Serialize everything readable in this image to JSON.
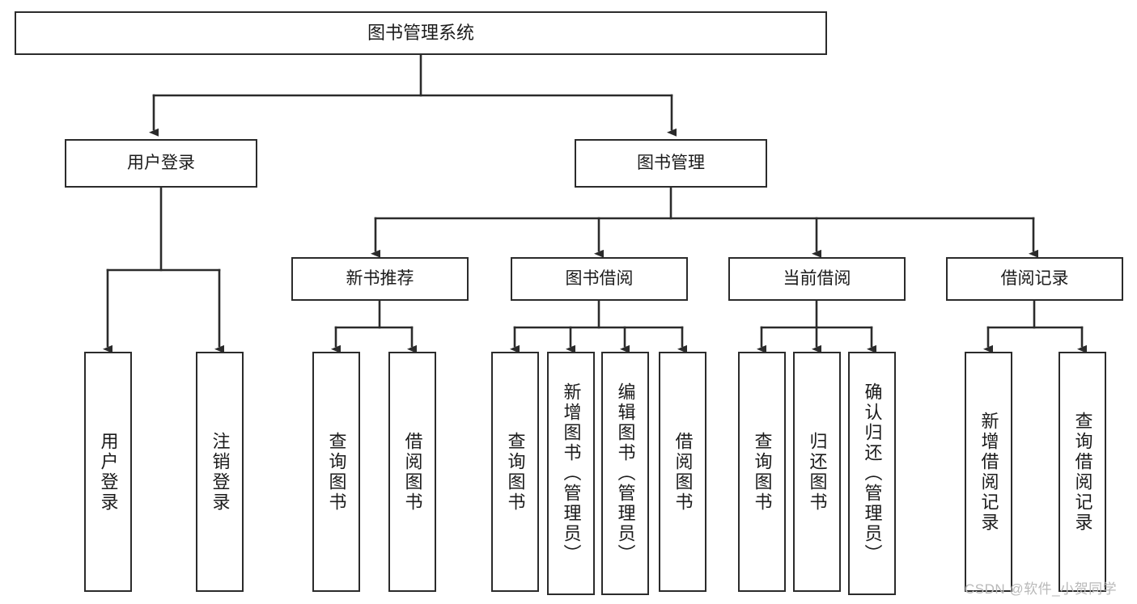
{
  "diagram": {
    "title": "图书管理系统",
    "type": "tree",
    "orientation": "top-down",
    "colors": {
      "box_border": "#2b2b2b",
      "box_fill": "#ffffff",
      "connector": "#2b2b2b",
      "text": "#1b1b1b",
      "watermark": "#b9b9b9",
      "background": "#ffffff"
    },
    "nodes": {
      "root": {
        "label": "图书管理系统"
      },
      "level2": [
        {
          "id": "user-login",
          "label": "用户登录"
        },
        {
          "id": "book-manage",
          "label": "图书管理"
        }
      ],
      "level3": [
        {
          "id": "new-book-recommend",
          "label": "新书推荐"
        },
        {
          "id": "book-borrow",
          "label": "图书借阅"
        },
        {
          "id": "current-borrow",
          "label": "当前借阅"
        },
        {
          "id": "borrow-record",
          "label": "借阅记录"
        }
      ],
      "leaves": [
        {
          "id": "leaf-user-login",
          "label": "用户登录",
          "parent": "user-login"
        },
        {
          "id": "leaf-logout",
          "label": "注销登录",
          "parent": "user-login"
        },
        {
          "id": "leaf-query-book-1",
          "label": "查询图书",
          "parent": "new-book-recommend"
        },
        {
          "id": "leaf-borrow-book-1",
          "label": "借阅图书",
          "parent": "new-book-recommend"
        },
        {
          "id": "leaf-query-book-2",
          "label": "查询图书",
          "parent": "book-borrow"
        },
        {
          "id": "leaf-add-book",
          "label": "新增图书（管理员）",
          "parent": "book-borrow"
        },
        {
          "id": "leaf-edit-book",
          "label": "编辑图书（管理员）",
          "parent": "book-borrow"
        },
        {
          "id": "leaf-borrow-book-2",
          "label": "借阅图书",
          "parent": "book-borrow"
        },
        {
          "id": "leaf-query-book-3",
          "label": "查询图书",
          "parent": "current-borrow"
        },
        {
          "id": "leaf-return-book",
          "label": "归还图书",
          "parent": "current-borrow"
        },
        {
          "id": "leaf-confirm-return",
          "label": "确认归还（管理员）",
          "parent": "current-borrow"
        },
        {
          "id": "leaf-add-record",
          "label": "新增借阅记录",
          "parent": "borrow-record"
        },
        {
          "id": "leaf-query-record",
          "label": "查询借阅记录",
          "parent": "borrow-record"
        }
      ]
    }
  },
  "watermark": {
    "text": "CSDN @软件_小贺同学"
  }
}
